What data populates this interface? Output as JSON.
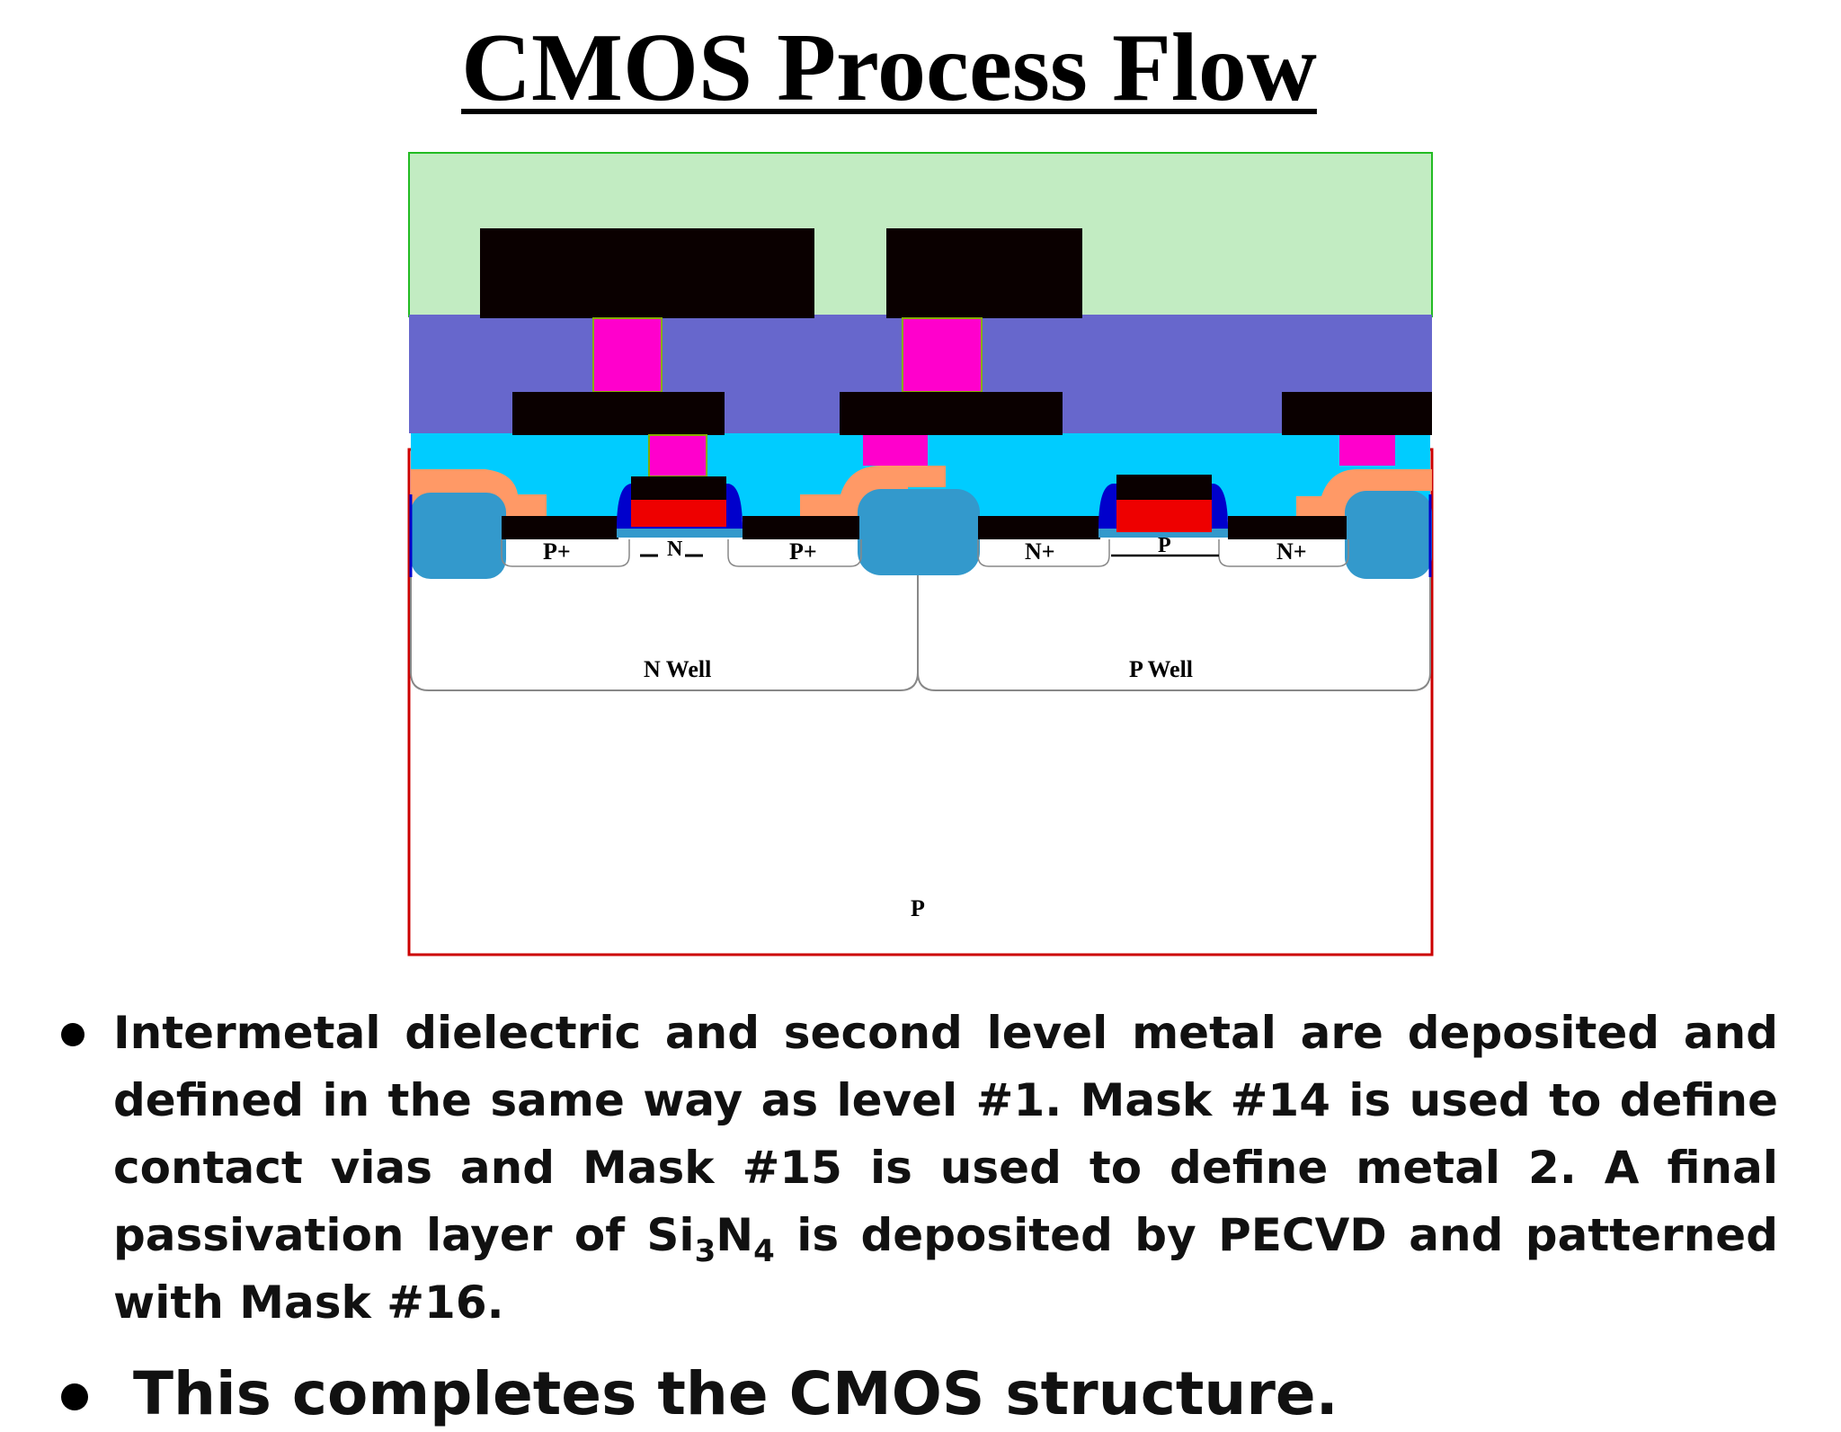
{
  "title": "CMOS Process Flow",
  "diagram": {
    "labels": {
      "p_plus_left": "P+",
      "n_channel": "N",
      "p_plus_mid": "P+",
      "n_plus_mid": "N+",
      "p_channel": "P",
      "n_plus_right": "N+",
      "n_well": "N Well",
      "p_well": "P Well",
      "substrate": "P"
    },
    "colors": {
      "passivation": "#c2ecc2",
      "intermetal_dielectric": "#6767cc",
      "oxide": "#00ccff",
      "metal": "#0a0000",
      "via": "#ff00cc",
      "polysilicon_gate": "#ee0000",
      "spacer": "#0000cc",
      "field_oxide": "#3399cc",
      "bpsg_step": "#ff9966",
      "substrate_outline": "#cc0000"
    }
  },
  "bullets": {
    "b1_part1": "Intermetal dielectric and second level metal are deposited and defined in the same way as level #1. Mask #14 is used to define contact vias and Mask #15 is used to define metal 2. A final passivation layer of Si",
    "b1_sub1": "3",
    "b1_n": "N",
    "b1_sub2": "4",
    "b1_part2": " is deposited by PECVD and patterned with Mask #16.",
    "b2": "This completes the CMOS structure."
  }
}
